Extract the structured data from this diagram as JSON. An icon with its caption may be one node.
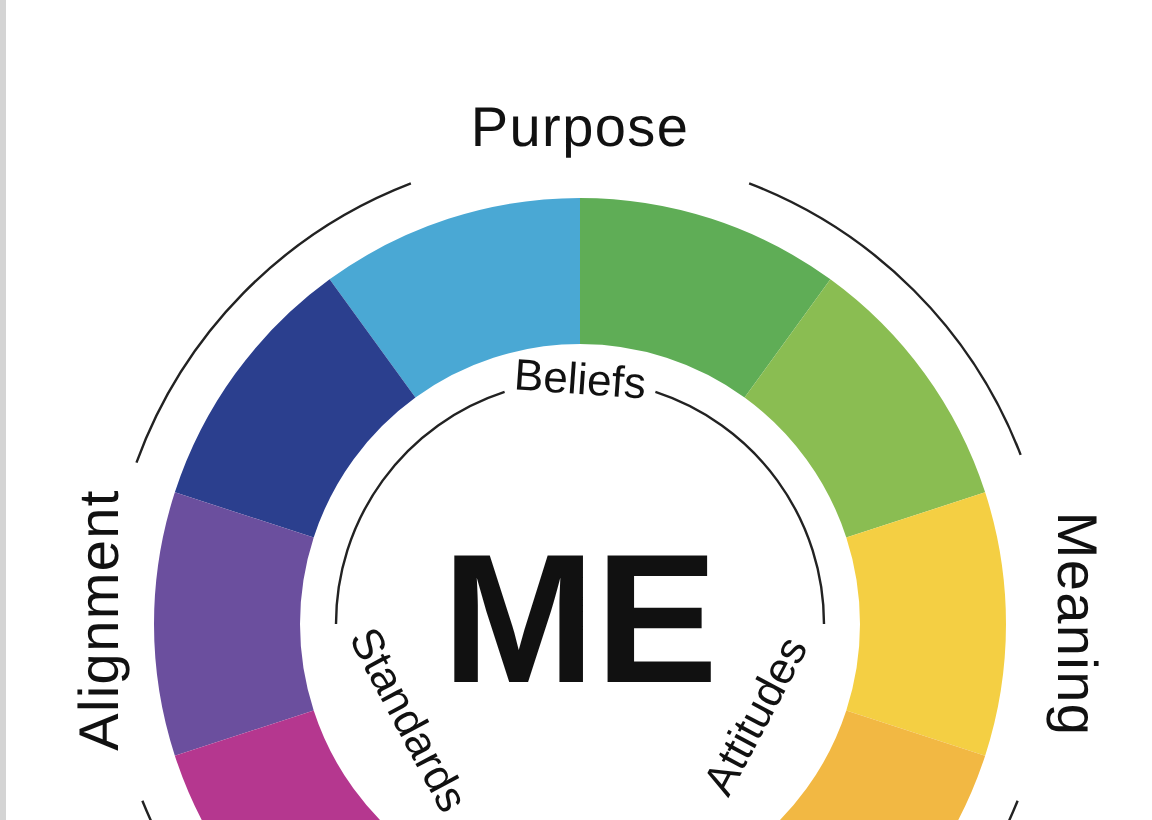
{
  "diagram": {
    "labels": [
      "Purpose",
      "Alignment",
      "Meaning",
      "Beliefs",
      "Standards",
      "Attitudes",
      "ME"
    ]
  }
}
